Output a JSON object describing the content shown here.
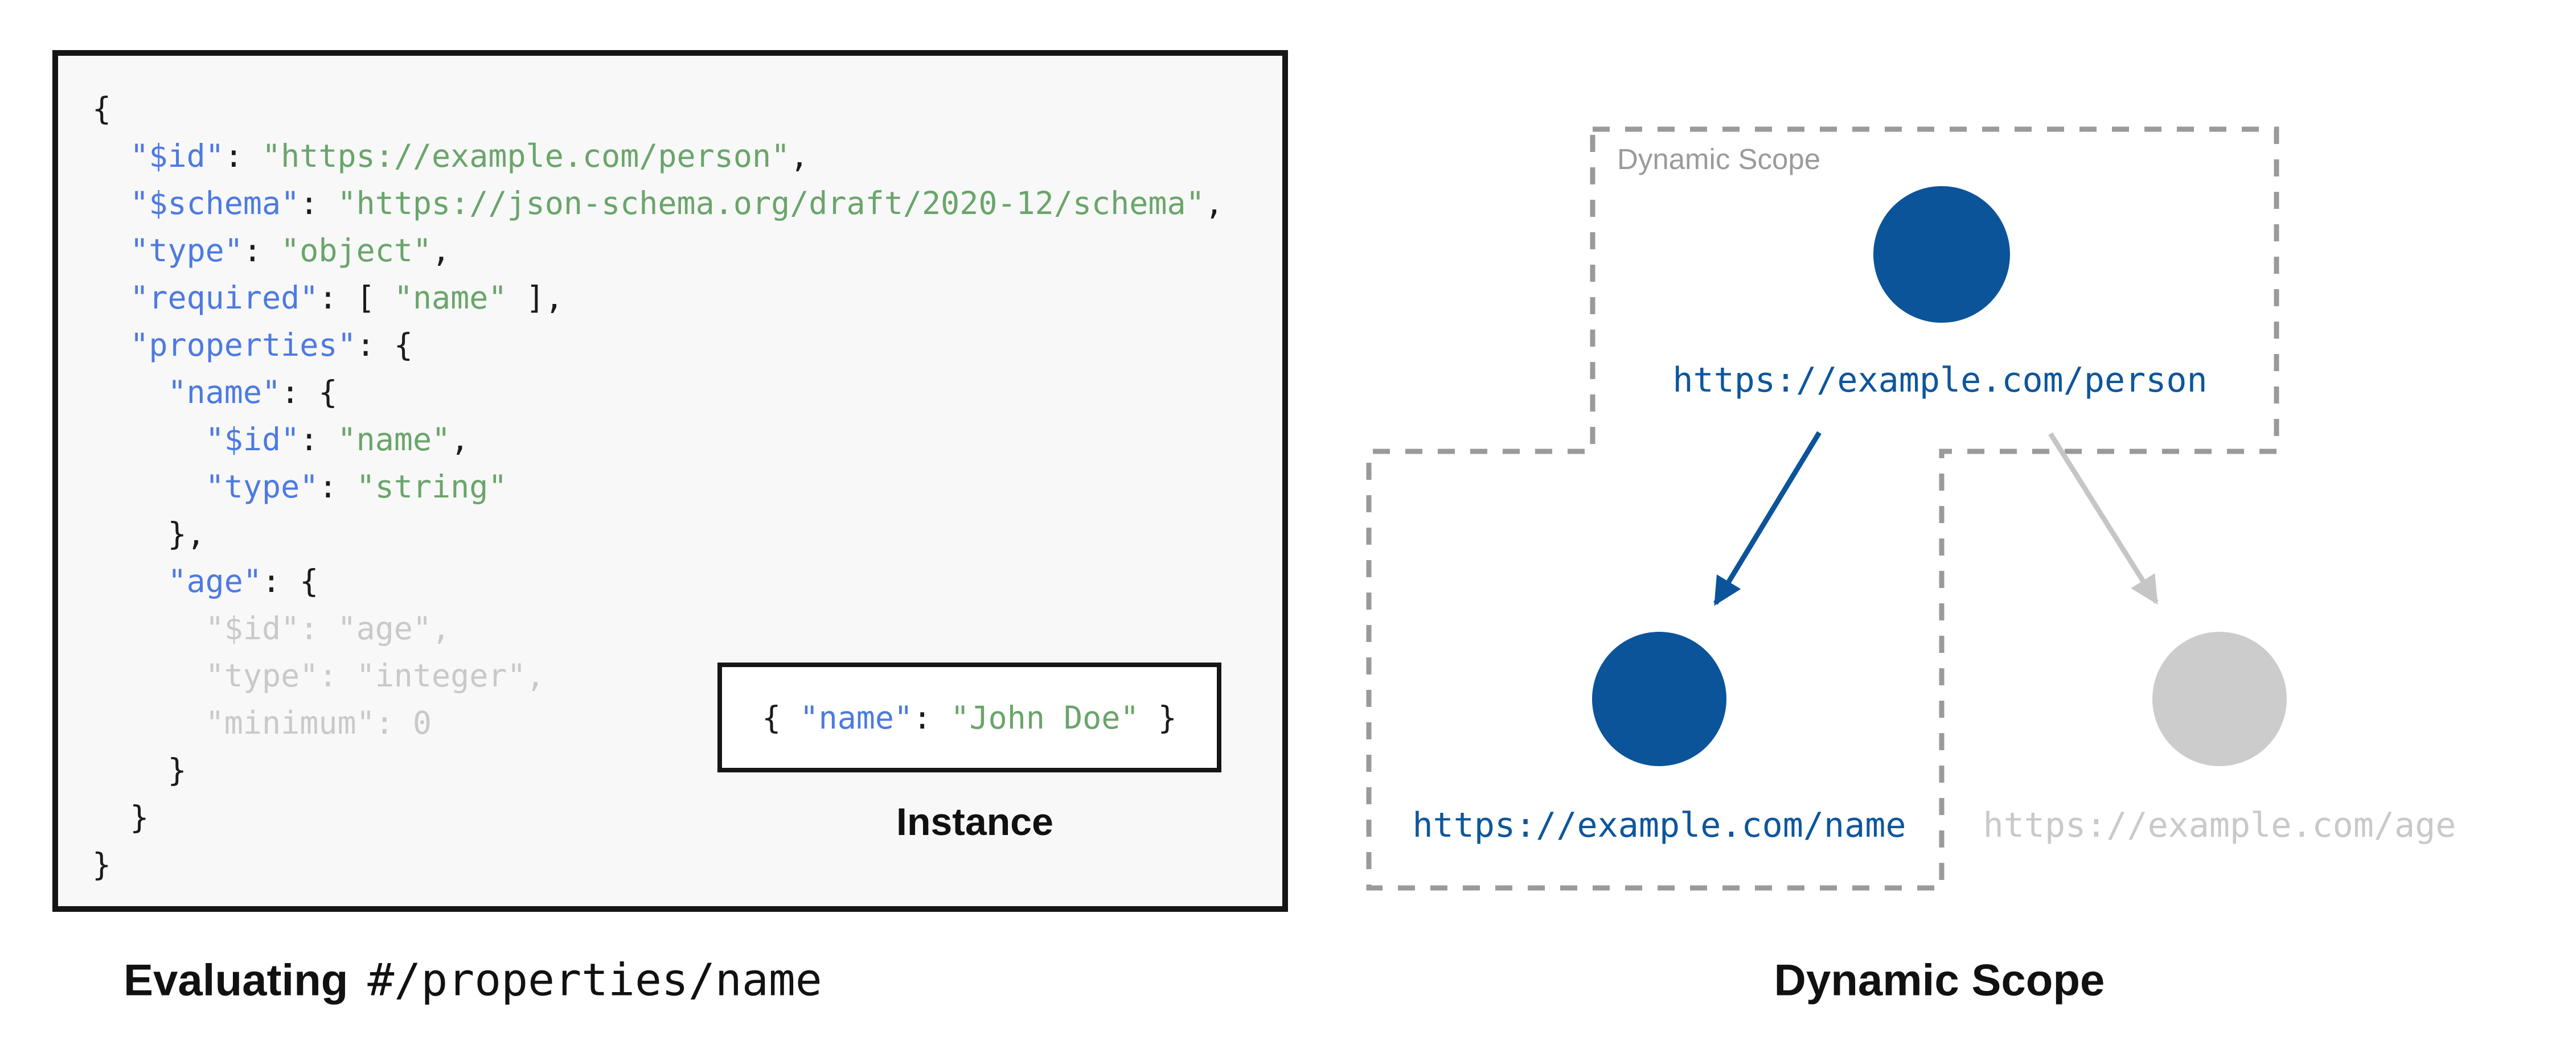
{
  "schema_panel": {
    "code_lines": [
      [
        [
          "p",
          "{"
        ]
      ],
      [
        [
          "p",
          "  "
        ],
        [
          "k",
          "\"$id\""
        ],
        [
          "p",
          ": "
        ],
        [
          "s",
          "\"https://example.com/person\""
        ],
        [
          "p",
          ","
        ]
      ],
      [
        [
          "p",
          "  "
        ],
        [
          "k",
          "\"$schema\""
        ],
        [
          "p",
          ": "
        ],
        [
          "s",
          "\"https://json-schema.org/draft/2020-12/schema\""
        ],
        [
          "p",
          ","
        ]
      ],
      [
        [
          "p",
          "  "
        ],
        [
          "k",
          "\"type\""
        ],
        [
          "p",
          ": "
        ],
        [
          "s",
          "\"object\""
        ],
        [
          "p",
          ","
        ]
      ],
      [
        [
          "p",
          "  "
        ],
        [
          "k",
          "\"required\""
        ],
        [
          "p",
          ": [ "
        ],
        [
          "s",
          "\"name\""
        ],
        [
          "p",
          " ],"
        ]
      ],
      [
        [
          "p",
          "  "
        ],
        [
          "k",
          "\"properties\""
        ],
        [
          "p",
          ": {"
        ]
      ],
      [
        [
          "p",
          "    "
        ],
        [
          "k",
          "\"name\""
        ],
        [
          "p",
          ": {"
        ]
      ],
      [
        [
          "p",
          "      "
        ],
        [
          "k",
          "\"$id\""
        ],
        [
          "p",
          ": "
        ],
        [
          "s",
          "\"name\""
        ],
        [
          "p",
          ","
        ]
      ],
      [
        [
          "p",
          "      "
        ],
        [
          "k",
          "\"type\""
        ],
        [
          "p",
          ": "
        ],
        [
          "s",
          "\"string\""
        ]
      ],
      [
        [
          "p",
          "    },"
        ]
      ],
      [
        [
          "p",
          "    "
        ],
        [
          "k",
          "\"age\""
        ],
        [
          "p",
          ": {"
        ]
      ],
      [
        [
          "g",
          "      \"$id\": \"age\","
        ]
      ],
      [
        [
          "g",
          "      \"type\": \"integer\","
        ]
      ],
      [
        [
          "g",
          "      \"minimum\": 0"
        ]
      ],
      [
        [
          "p",
          "    }"
        ]
      ],
      [
        [
          "p",
          "  }"
        ]
      ],
      [
        [
          "p",
          "}"
        ]
      ]
    ],
    "instance": {
      "segments": [
        [
          "p",
          "{ "
        ],
        [
          "k",
          "\"name\""
        ],
        [
          "p",
          ": "
        ],
        [
          "s",
          "\"John Doe\""
        ],
        [
          "p",
          " }"
        ]
      ],
      "label": "Instance"
    },
    "caption_bold": "Evaluating",
    "caption_pointer": "#/properties/name"
  },
  "scope_panel": {
    "scope_label": "Dynamic Scope",
    "caption": "Dynamic Scope",
    "nodes": [
      {
        "id": "person",
        "label": "https://example.com/person",
        "state": "in-scope"
      },
      {
        "id": "name",
        "label": "https://example.com/name",
        "state": "in-scope"
      },
      {
        "id": "age",
        "label": "https://example.com/age",
        "state": "out-of-scope"
      }
    ]
  },
  "colors": {
    "code_key_blue": "#4d7ae2",
    "code_string_green": "#6aa56a",
    "code_muted_gray": "#c9c9c9",
    "code_punct": "#1b1b1b",
    "code_background": "#f8f8f8",
    "box_border": "#161616",
    "node_blue": "#0b5499",
    "node_gray": "#cccccc",
    "label_blue": "#0e569d",
    "label_gray": "#c9c9c9",
    "arrow_blue": "#0b5499",
    "arrow_gray": "#c6c6c6",
    "dash_gray": "#9a9a9a",
    "scope_note_gray": "#9b9b9b"
  }
}
